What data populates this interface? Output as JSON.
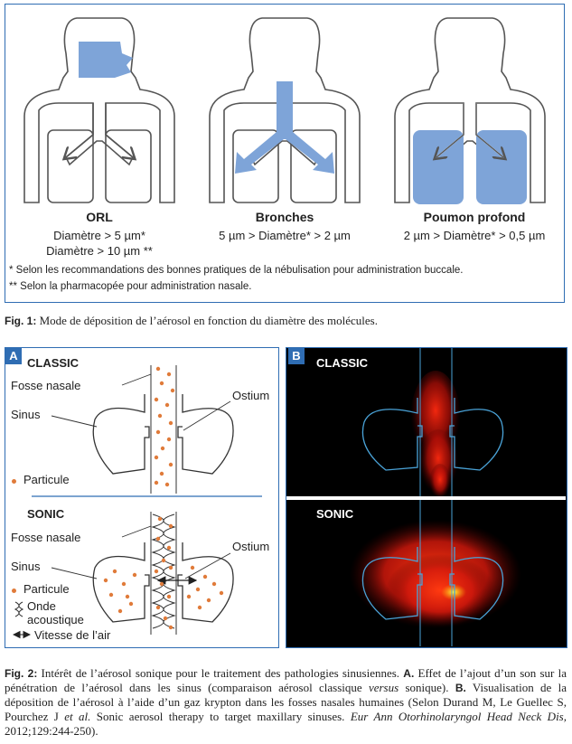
{
  "fig1": {
    "panels": [
      {
        "title": "ORL",
        "lines": [
          "Diamètre > 5 µm*",
          "Diamètre > 10 µm **"
        ]
      },
      {
        "title": "Bronches",
        "lines": [
          "5 µm > Diamètre* > 2 µm"
        ]
      },
      {
        "title": "Poumon profond",
        "lines": [
          "2 µm > Diamètre* > 0,5 µm"
        ]
      }
    ],
    "notes": [
      "* Selon les recommandations des bonnes pratiques de la nébulisation pour administration buccale.",
      "** Selon la pharmacopée pour administration nasale."
    ],
    "caption_label": "Fig. 1:",
    "caption_text": " Mode de déposition de l’aérosol en fonction du diamètre des molécules."
  },
  "fig2": {
    "badge_a": "A",
    "badge_b": "B",
    "classic_label": "CLASSIC",
    "sonic_label": "SONIC",
    "fosse_nasale": "Fosse nasale",
    "sinus": "Sinus",
    "ostium": "Ostium",
    "particule": "Particule",
    "onde_line1": "Onde",
    "onde_line2": "acoustique",
    "vitesse": "Vitesse de l’air",
    "caption_label": "Fig. 2:",
    "caption_p1": " Intérêt de l’aérosol sonique pour le traitement des pathologies sinusiennes. ",
    "caption_a": "A.",
    "caption_p2": " Effet de l’ajout d’un son sur la pénétration de l’aérosol dans les sinus (comparaison aérosol classique ",
    "caption_versus": "versus",
    "caption_p3": " sonique). ",
    "caption_b": "B.",
    "caption_p4": " Visualisation de la déposition de l’aérosol à l’aide d’un gaz krypton dans les fosses nasales humaines (Selon Durand M, Le Guellec S, Pourchez J ",
    "caption_etal": "et al.",
    "caption_p5": " Sonic aerosol therapy to target maxillary sinuses. ",
    "caption_journal": "Eur Ann Otorhinolaryngol Head Neck Dis,",
    "caption_p6": " 2012;129:244-250)."
  },
  "colors": {
    "accent": "#2f6db3",
    "deposit": "#7ea4d8",
    "particle": "#e07b3a"
  }
}
